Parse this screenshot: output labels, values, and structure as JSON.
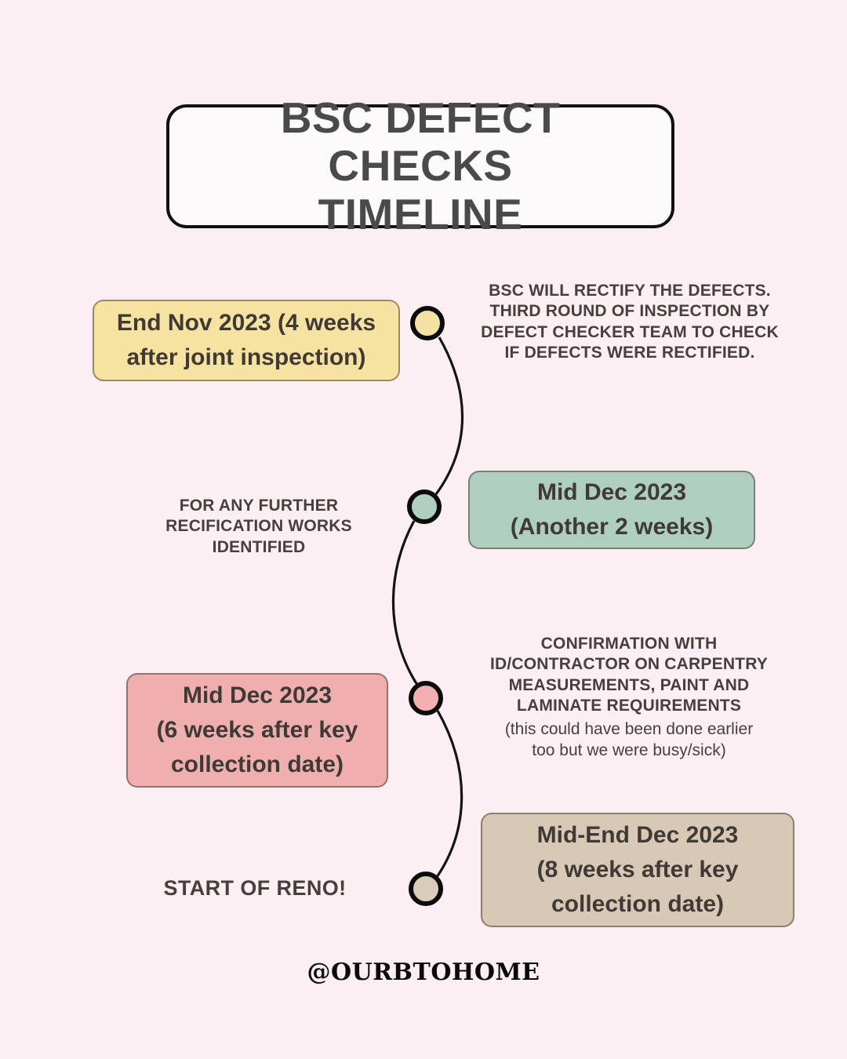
{
  "background_color": "#FBEFF3",
  "title": {
    "line1": "BSC DEFECT CHECKS",
    "line2": "TIMELINE",
    "full": "BSC DEFECT CHECKS TIMELINE",
    "background": "#FCFAFA",
    "border_color": "#111111",
    "text_color": "#4A4A4A"
  },
  "timeline": {
    "nodes": [
      {
        "name": "node-1",
        "color": "#F4E2A4",
        "ring_color": "#0B0B0B"
      },
      {
        "name": "node-2",
        "color": "#AECFBF",
        "ring_color": "#0B0B0B"
      },
      {
        "name": "node-3",
        "color": "#F3B0B0",
        "ring_color": "#0B0B0B"
      },
      {
        "name": "node-4",
        "color": "#D9CCBA",
        "ring_color": "#0B0B0B"
      }
    ],
    "curve_color": "#141414",
    "stages": [
      {
        "id": "stage-1",
        "box_side": "left",
        "box_color": "#F7E3A1",
        "box_line1": "End Nov 2023 (4 weeks",
        "box_line2": "after joint inspection)",
        "caption_side": "right",
        "caption_line1": "BSC WILL RECTIFY THE DEFECTS.",
        "caption_line2": "THIRD ROUND OF INSPECTION BY",
        "caption_line3": "DEFECT CHECKER TEAM TO CHECK",
        "caption_line4": "IF DEFECTS WERE RECTIFIED."
      },
      {
        "id": "stage-2",
        "box_side": "right",
        "box_color": "#AECFBF",
        "box_line1": "Mid Dec 2023",
        "box_line2": "(Another 2 weeks)",
        "caption_side": "left",
        "caption_line1": "FOR ANY FURTHER",
        "caption_line2": "RECIFICATION WORKS",
        "caption_line3": "IDENTIFIED"
      },
      {
        "id": "stage-3",
        "box_side": "left",
        "box_color": "#F0AFAF",
        "box_line1": "Mid Dec 2023",
        "box_line2": "(6 weeks after key",
        "box_line3": "collection date)",
        "caption_side": "right",
        "caption_line1": "CONFIRMATION WITH",
        "caption_line2": "ID/CONTRACTOR ON CARPENTRY",
        "caption_line3": "MEASUREMENTS, PAINT AND",
        "caption_line4": "LAMINATE REQUIREMENTS",
        "caption_sub1": "(this could have been done earlier",
        "caption_sub2": "too but we were busy/sick)"
      },
      {
        "id": "stage-4",
        "box_side": "right",
        "box_color": "#D7C9B6",
        "box_line1": "Mid-End Dec 2023",
        "box_line2": "(8 weeks after key",
        "box_line3": "collection date)",
        "caption_side": "left",
        "caption_line1": "START OF RENO!"
      }
    ]
  },
  "footer": {
    "handle": "@OURBTOHOME"
  }
}
